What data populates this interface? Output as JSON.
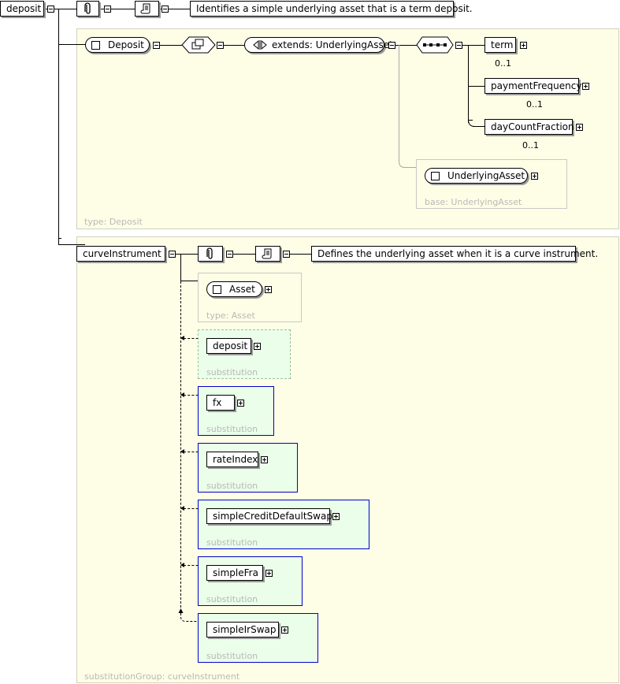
{
  "root": {
    "name": "deposit",
    "documentation": "Identifies a simple underlying asset that is a term deposit."
  },
  "deposit_type": {
    "name": "Deposit",
    "extends_label": "extends: UnderlyingAsset",
    "type_label": "type: Deposit",
    "sequence": [
      {
        "name": "term",
        "occurs": "0..1"
      },
      {
        "name": "paymentFrequency",
        "occurs": "0..1"
      },
      {
        "name": "dayCountFraction",
        "occurs": "0..1"
      }
    ],
    "base": {
      "name": "UnderlyingAsset",
      "label": "base: UnderlyingAsset"
    }
  },
  "curve": {
    "name": "curveInstrument",
    "documentation": "Defines the underlying asset when it is a curve instrument.",
    "type": {
      "name": "Asset",
      "label": "type: Asset"
    },
    "substitution_group_label": "substitutionGroup: curveInstrument",
    "substitutions": [
      {
        "name": "deposit",
        "label": "substitution"
      },
      {
        "name": "fx",
        "label": "substitution"
      },
      {
        "name": "rateIndex",
        "label": "substitution"
      },
      {
        "name": "simpleCreditDefaultSwap",
        "label": "substitution"
      },
      {
        "name": "simpleFra",
        "label": "substitution"
      },
      {
        "name": "simpleIrSwap",
        "label": "substitution"
      }
    ]
  }
}
